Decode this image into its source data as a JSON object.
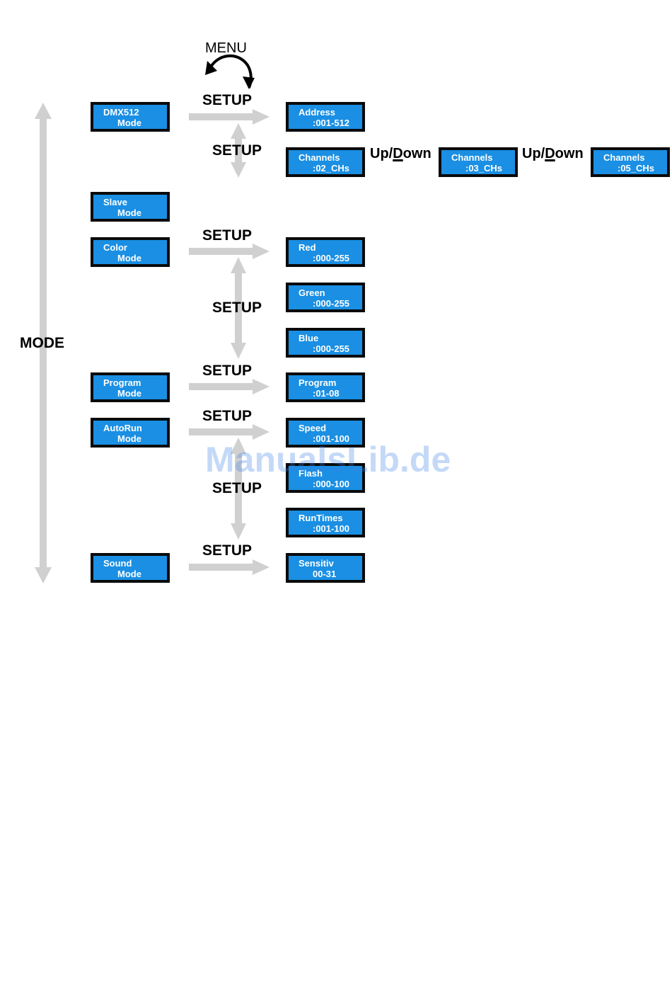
{
  "menu_label": "MENU",
  "mode_label": "MODE",
  "watermark": "ManualsLib.de",
  "setup_label": "SETUP",
  "updown": {
    "first": "Up/",
    "underline": "D",
    "rest": "own"
  },
  "modes": [
    {
      "line1": "DMX512",
      "line2": "Mode"
    },
    {
      "line1": "Slave",
      "line2": "Mode"
    },
    {
      "line1": "Color",
      "line2": "Mode"
    },
    {
      "line1": "Program",
      "line2": "Mode"
    },
    {
      "line1": "AutoRun",
      "line2": "Mode"
    },
    {
      "line1": "Sound",
      "line2": "Mode"
    }
  ],
  "settings": {
    "address": {
      "line1": "Address",
      "line2": ":001-512"
    },
    "channels_a": {
      "line1": "Channels",
      "line2": ":02_CHs"
    },
    "channels_b": {
      "line1": "Channels",
      "line2": ":03_CHs"
    },
    "channels_c": {
      "line1": "Channels",
      "line2": ":05_CHs"
    },
    "red": {
      "line1": "Red",
      "line2": ":000-255"
    },
    "green": {
      "line1": "Green",
      "line2": ":000-255"
    },
    "blue": {
      "line1": "Blue",
      "line2": ":000-255"
    },
    "program": {
      "line1": "Program",
      "line2": ":01-08"
    },
    "speed": {
      "line1": "Speed",
      "line2": ":001-100"
    },
    "flash": {
      "line1": "Flash",
      "line2": ":000-100"
    },
    "runtimes": {
      "line1": "RunTimes",
      "line2": ":001-100"
    },
    "sensitiv": {
      "line1": "Sensitiv",
      "line2": "00-31"
    }
  },
  "colors": {
    "lcd_fill": "#1a8fe3",
    "lcd_border": "#0a0a0a",
    "arrow": "#d0d0d0"
  }
}
